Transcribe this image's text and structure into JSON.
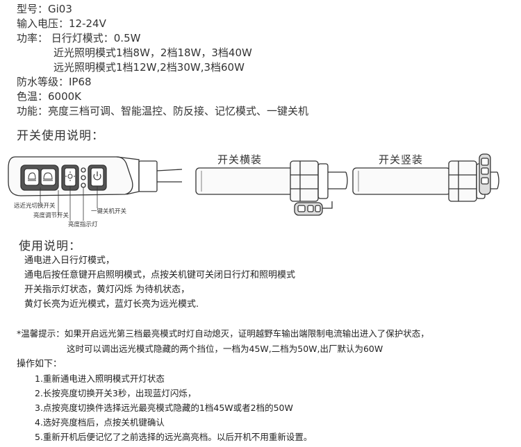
{
  "specs": {
    "model": "型号：Gi03",
    "voltage": "输入电压：12-24V",
    "power": "功率：  日行灯模式：0.5W",
    "power_low": "近光照明模式1档8W，2档18W，3档40W",
    "power_high": "远光照明模式1档12W,2档30W,3档60W",
    "waterproof": "防水等级：IP68",
    "color_temp": "色温：6000K",
    "features": "功能：亮度三档可调、智能温控、防反接、记忆模式、一键关机"
  },
  "switch_section": {
    "heading": "开关使用说明：",
    "horizontal_label": "开关横装",
    "vertical_label": "开关竖装",
    "callouts": {
      "beam_switch": "远近光切换开关",
      "brightness_switch": "亮度调节开关",
      "brightness_indicator": "亮度指示灯",
      "power_switch": "一键关机开关"
    }
  },
  "usage": {
    "heading": "使用说明：",
    "lines": [
      "通电进入日行灯模式，",
      "通电后按任意键开启照明模式，点按关机键可关闭日行灯和照明模式",
      "开关指示灯状态，黄灯闪烁 为待机状态，",
      "黄灯长亮为近光模式，蓝灯长亮为远光模式."
    ]
  },
  "tip": {
    "line1": "*温馨提示：如果开启远光第三档最亮模式时灯自动熄灭，证明越野车输出端限制电流输出进入了保护状态，",
    "line2": "这时可以调出远光模式隐藏的两个挡位，一档为45W,二档为50W,出厂默认为60W"
  },
  "operation": {
    "heading": "操作如下：",
    "steps": [
      "1.重新通电进入照明模式开灯状态",
      "2.长按亮度切换开关3秒，出现蓝灯闪烁，",
      "3.点按亮度切换件选择远光最亮模式隐藏的1档45W或者2档的50W",
      "4.选好亮度档后，点按关机键确认",
      "5.重新开机后便记忆了之前选择的远光高亮档。以后开机不用重新设置。"
    ]
  },
  "colors": {
    "text": "#222222",
    "line": "#333333",
    "background": "#ffffff"
  }
}
